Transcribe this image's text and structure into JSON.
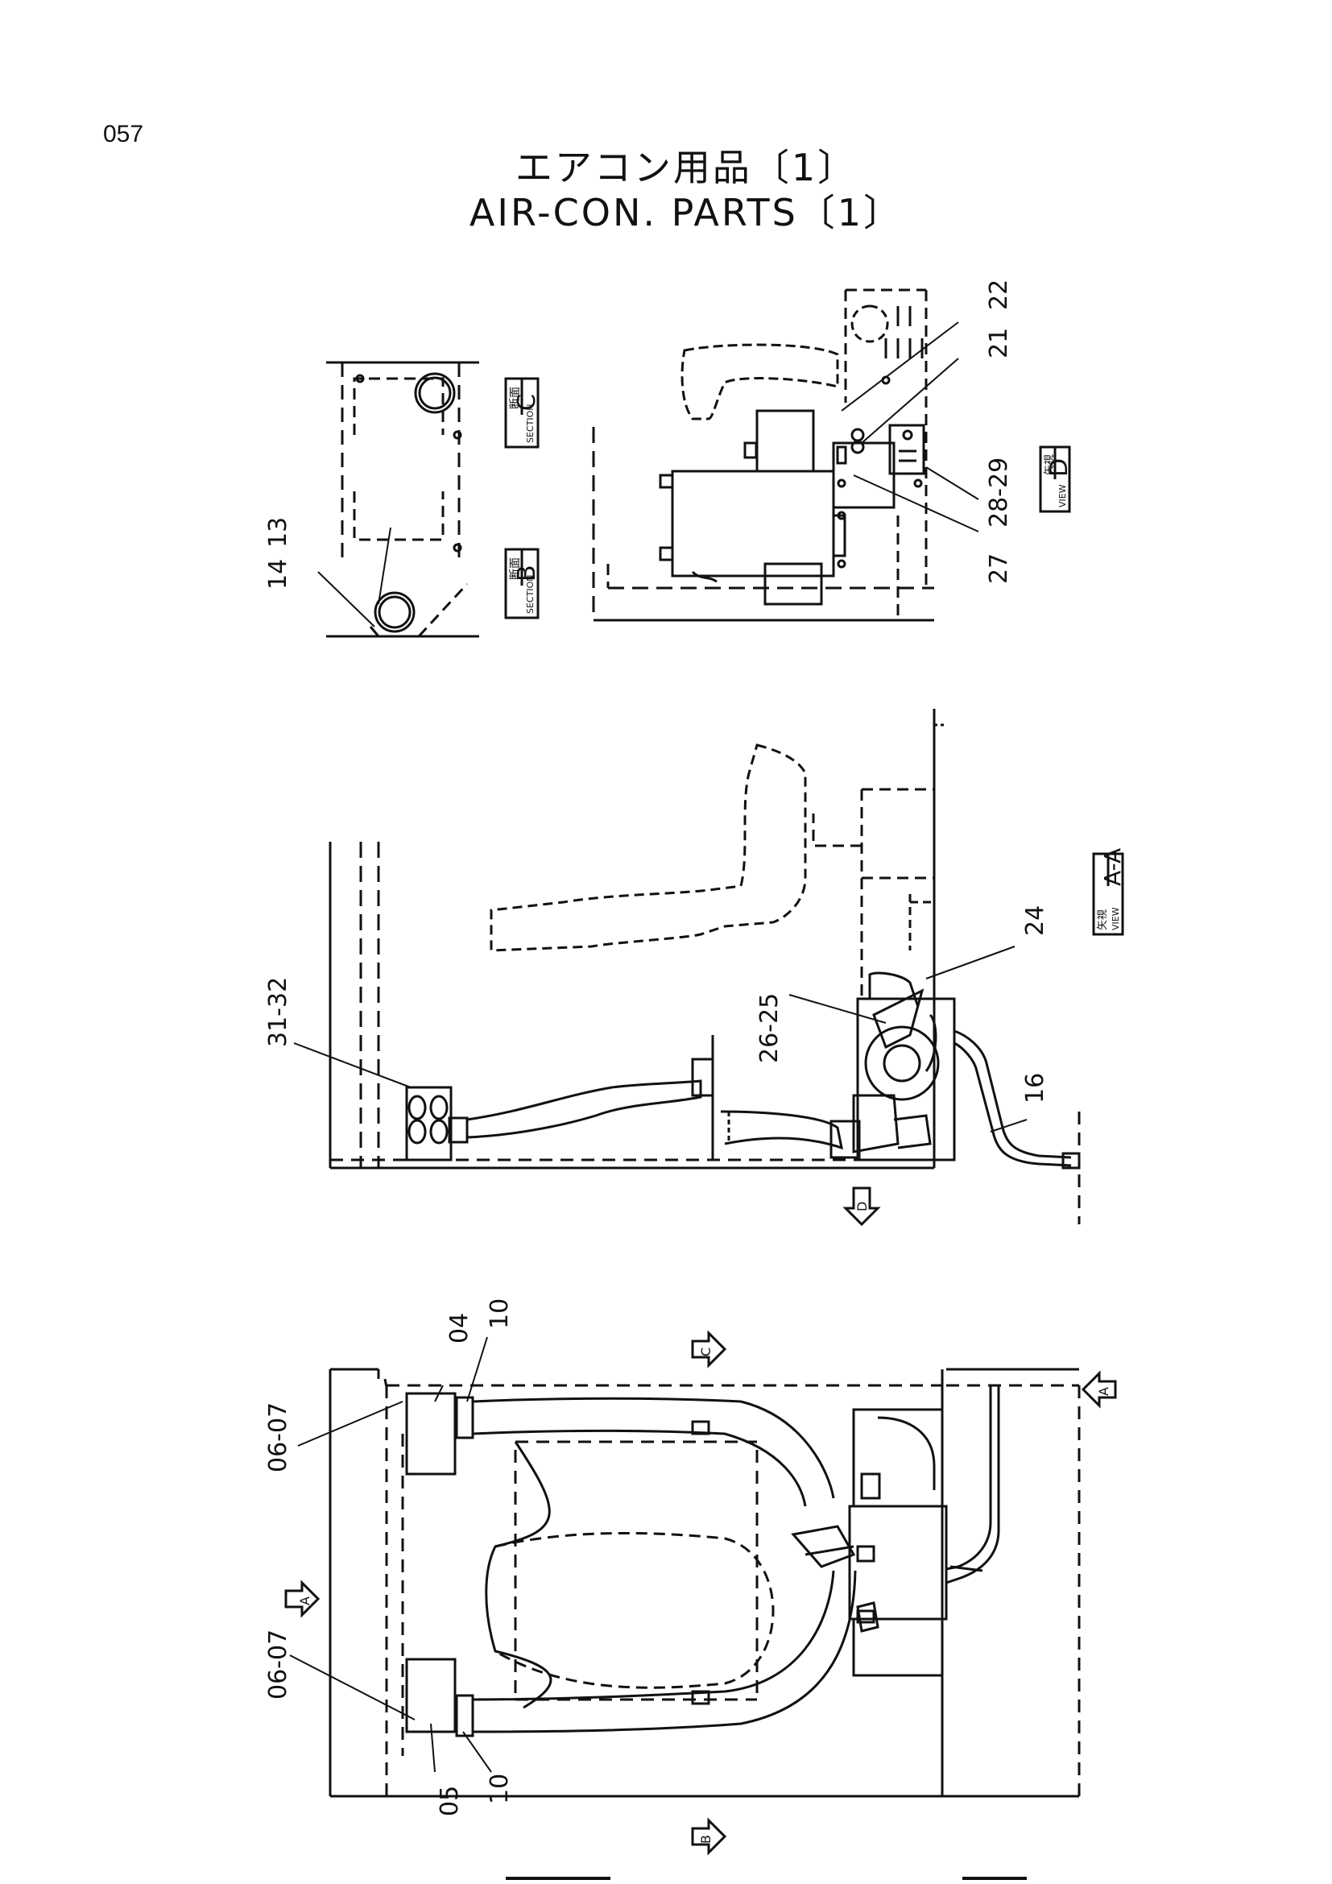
{
  "page": {
    "number": "057",
    "title_jp": "エアコン用品〔1〕",
    "title_en": "AIR-CON. PARTS〔1〕"
  },
  "labels": {
    "section_c": {
      "jp": "断面",
      "en": "SECTION",
      "letter": "C"
    },
    "section_b": {
      "jp": "断面",
      "en": "SECTION",
      "letter": "B"
    },
    "view_d": {
      "jp": "矢視",
      "en": "VIEW",
      "letter": "D"
    },
    "view_aa": {
      "jp": "矢視",
      "en": "VIEW",
      "letter": "A-A"
    }
  },
  "arrows": {
    "d": "D",
    "c": "C",
    "a_right": "A",
    "a_left": "A",
    "b": "B"
  },
  "callouts": {
    "p22": "22",
    "p21": "21",
    "p28_29": "28-29",
    "p27": "27",
    "p13": "13",
    "p14": "14",
    "p31_32": "31-32",
    "p26_25": "26-25",
    "p24": "24",
    "p16": "16",
    "p04": "04",
    "p10_top": "10",
    "p06_07_top": "06-07",
    "p06_07_bottom": "06-07",
    "p05": "05",
    "p10_bottom": "10"
  }
}
